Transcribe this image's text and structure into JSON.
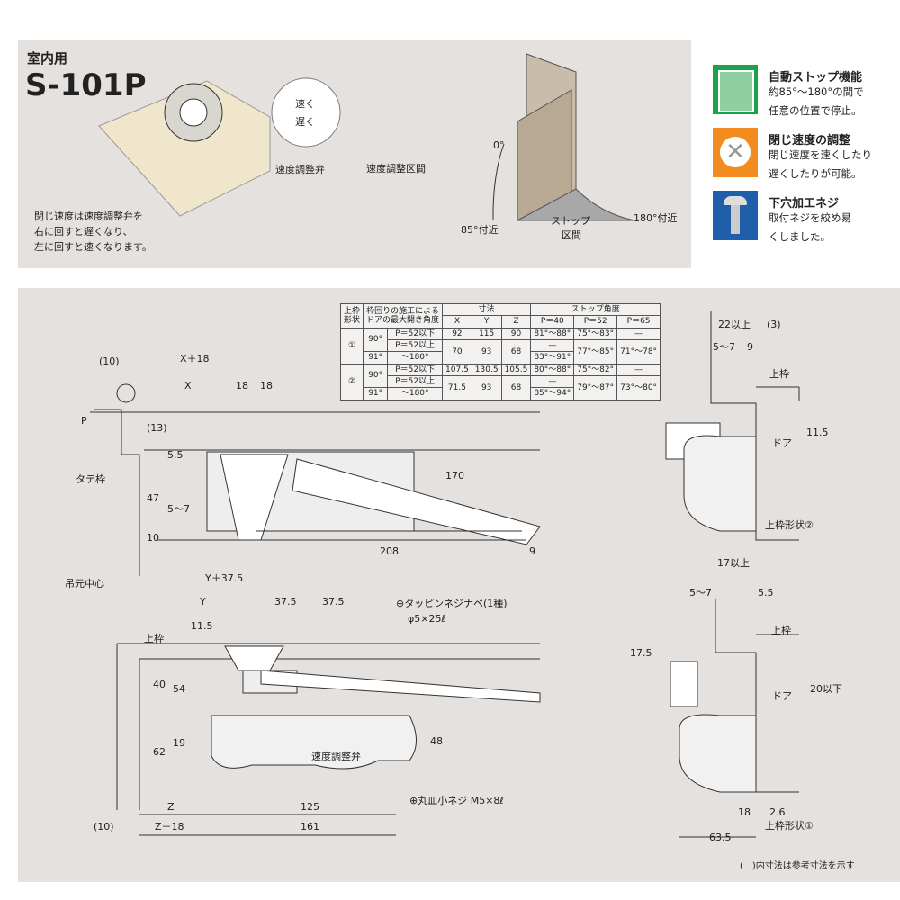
{
  "header": {
    "category": "室内用",
    "model": "S-101P"
  },
  "top_illustration": {
    "knob_fast": "速く",
    "knob_slow": "遅く",
    "valve_label": "速度調整弁",
    "note": [
      "閉じ速度は速度調整弁を",
      "右に回すと遅くなり、",
      "左に回すと速くなります。"
    ]
  },
  "angle_diagram": {
    "zero": "0°",
    "speed_zone": "速度調整区間",
    "angle_85": "85°付近",
    "angle_180": "180°付近",
    "stop_zone": [
      "ストップ",
      "区間"
    ]
  },
  "features": [
    {
      "icon": "door-auto-stop-icon",
      "color": "#1aa34a",
      "title": "自動ストップ機能",
      "desc": [
        "約85°～180°の間で",
        "任意の位置で停止。"
      ]
    },
    {
      "icon": "speed-adjust-icon",
      "color": "#f28c1e",
      "title": "閉じ速度の調整",
      "desc": [
        "閉じ速度を速くしたり",
        "遅くしたりが可能。"
      ]
    },
    {
      "icon": "screw-icon",
      "color": "#1f5ea8",
      "title": "下穴加工ネジ",
      "desc": [
        "取付ネジを絞め易",
        "くしました。"
      ]
    }
  ],
  "table": {
    "h_shape": [
      "上枠",
      "形状"
    ],
    "h_angle": [
      "枠回りの施工による",
      "ドアの最大開き角度"
    ],
    "h_dim": "寸法",
    "h_stop": "ストップ角度",
    "cols": [
      "X",
      "Y",
      "Z",
      "P＝40",
      "P＝52",
      "P＝65"
    ],
    "rows": [
      {
        "shape": "①",
        "a90": "90°",
        "p1": "P＝52以下",
        "p2": "P＝52以上",
        "a91": "91°",
        "a180": "～180°",
        "r1": [
          "92",
          "115",
          "90",
          "81°～88°",
          "75°～83°",
          "—"
        ],
        "r2": [
          "70",
          "93",
          "68",
          "—",
          "77°～85°",
          "71°～78°"
        ],
        "r2b": "83°～91°"
      },
      {
        "shape": "②",
        "a90": "90°",
        "p1": "P＝52以下",
        "p2": "P＝52以上",
        "a91": "91°",
        "a180": "～180°",
        "r1": [
          "107.5",
          "130.5",
          "105.5",
          "80°～88°",
          "75°～82°",
          "—"
        ],
        "r2": [
          "71.5",
          "93",
          "68",
          "—",
          "79°～87°",
          "73°～80°"
        ],
        "r2b": "85°～94°"
      }
    ]
  },
  "dims": {
    "d10a": "(10)",
    "xp18": "X＋18",
    "x": "X",
    "d18a": "18",
    "d18b": "18",
    "p": "P",
    "d13": "(13)",
    "d55a": "5.5",
    "d47": "47",
    "d57a": "5～7",
    "d10b": "10",
    "tate": "タテ枠",
    "d170": "170",
    "d208": "208",
    "d9": "9",
    "tsuri": "吊元中心",
    "yp375": "Y＋37.5",
    "y": "Y",
    "d375a": "37.5",
    "d375b": "37.5",
    "screw1": [
      "⊕タッピンネジナベ(1種)",
      "φ5×25ℓ"
    ],
    "uwak": "上枠",
    "d115a": "11.5",
    "d40": "40",
    "d54": "54",
    "d62": "62",
    "d19": "19",
    "d48": "48",
    "valve": "速度調整弁",
    "screw2": "⊕丸皿小ネジ M5×8ℓ",
    "z": "Z",
    "d125": "125",
    "d10c": "(10)",
    "zm18": "Z－18",
    "d161": "161",
    "r22": "22以上",
    "r3": "(3)",
    "r57": "5～7",
    "r9": "9",
    "r_uwak": "上枠",
    "r_door": "ドア",
    "r115": "11.5",
    "r_shape2": "上枠形状②",
    "r17": "17以上",
    "r57b": "5～7",
    "r55": "5.5",
    "r_uwak2": "上枠",
    "r175": "17.5",
    "r_door2": "ドア",
    "r20": "20以下",
    "r18": "18",
    "r26": "2.6",
    "r_shape1": "上枠形状①",
    "r635": "63.5"
  },
  "footnote": "(　)内寸法は参考寸法を示す"
}
